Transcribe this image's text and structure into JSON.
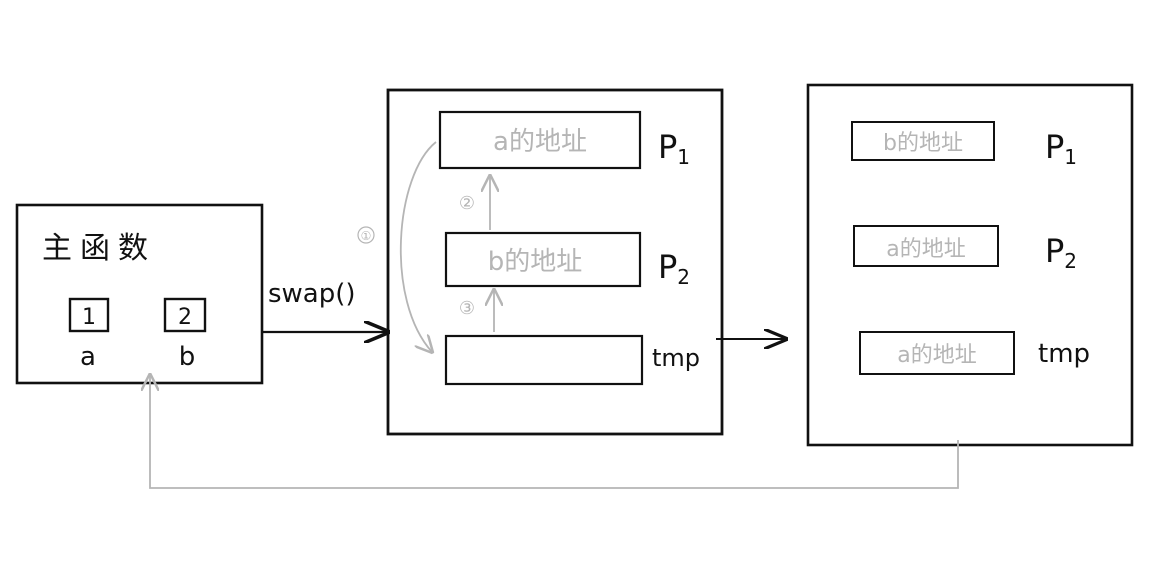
{
  "main": {
    "title": "主函数",
    "var_a": {
      "value": "1",
      "name": "a"
    },
    "var_b": {
      "value": "2",
      "name": "b"
    }
  },
  "call_label": "swap()",
  "frame1": {
    "slot_p1": {
      "text": "a的地址",
      "label": "P",
      "sub": "1"
    },
    "slot_p2": {
      "text": "b的地址",
      "label": "P",
      "sub": "2"
    },
    "slot_tmp": {
      "text": "",
      "label": "tmp"
    },
    "steps": {
      "one": "①",
      "two": "②",
      "three": "③"
    }
  },
  "frame2": {
    "slot_p1": {
      "text": "b的地址",
      "label": "P",
      "sub": "1"
    },
    "slot_p2": {
      "text": "a的地址",
      "label": "P",
      "sub": "2"
    },
    "slot_tmp": {
      "text": "a的地址",
      "label": "tmp"
    }
  },
  "colors": {
    "ink": "#111111",
    "pencil": "#b5b5b5",
    "background": "#ffffff"
  }
}
